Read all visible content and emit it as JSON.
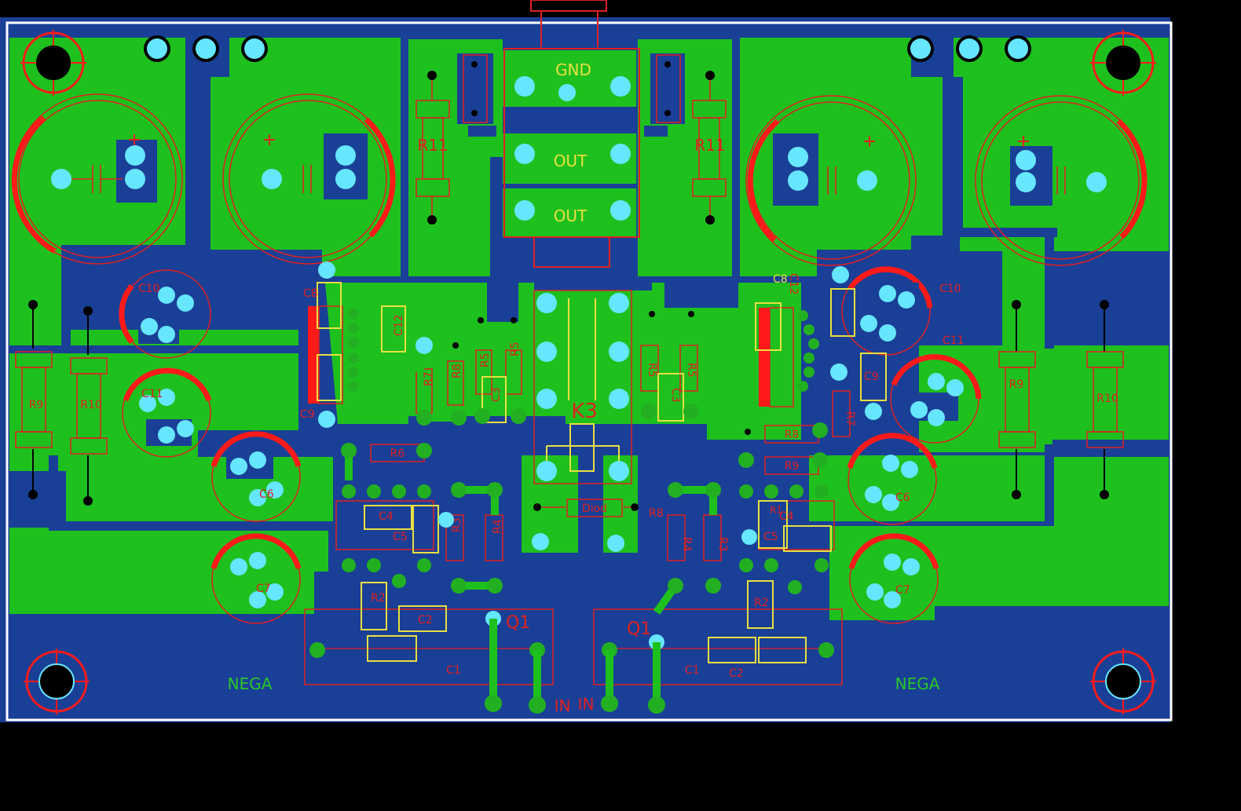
{
  "colors": {
    "background": "#000000",
    "copper_bottom": "#1a3f96",
    "copper_top": "#1ec01e",
    "outline": "#e02020",
    "silk": "#e8e040",
    "via": "#66e6ff",
    "border": "#ffffff"
  },
  "connector": {
    "gnd": "GND",
    "out1": "OUT",
    "out2": "OUT"
  },
  "left": {
    "r11": "R11",
    "c10": "C10",
    "c11": "C11",
    "c6": "C6",
    "c7": "C7",
    "r9": "R9",
    "r10": "R10",
    "c8": "C8",
    "c9": "C9",
    "c12": "C12",
    "r7": "R7",
    "r8": "R8",
    "r5": "R5",
    "r6": "R6",
    "c3": "C3",
    "r3": "R3",
    "r4": "R4",
    "c4": "C4",
    "c5": "C5",
    "r2": "R2",
    "c2": "C2",
    "q1": "Q1",
    "c1": "C1",
    "nega": "NEGA",
    "inp": "IN"
  },
  "right": {
    "r11": "R11",
    "c10": "C10",
    "c11": "C11",
    "c6": "C6",
    "c7": "C7",
    "r9": "R9",
    "r10": "R10",
    "c8": "C8",
    "c9": "C9",
    "c12": "C12",
    "r7": "R7",
    "r8": "R8",
    "r5": "R5",
    "c3": "C3",
    "r3": "R3",
    "r4": "R4",
    "c4": "C4",
    "c5": "C5",
    "r2": "R2",
    "c2": "C2",
    "q1": "Q1",
    "c1": "C1",
    "r1": "R1",
    "nega": "NEGA",
    "inp": "IN"
  },
  "center": {
    "k3": "K3",
    "diod": "Diod",
    "r8": "R8"
  }
}
